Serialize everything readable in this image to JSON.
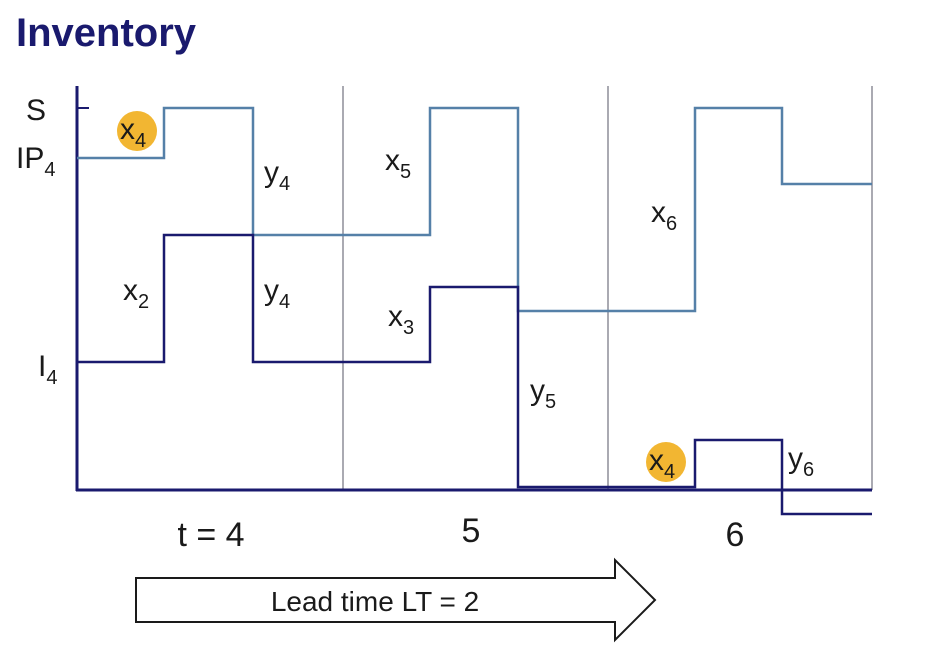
{
  "title": "Inventory",
  "colors": {
    "title": "#1a1a6e",
    "inventory_line": "#1a1a6e",
    "position_line": "#5580a8",
    "axis": "#1a1a6e",
    "divider": "#555566",
    "highlight": "#f2b632"
  },
  "y_labels": {
    "s": "S",
    "ip": {
      "base": "IP",
      "sub": "4"
    },
    "i": {
      "base": "I",
      "sub": "4"
    }
  },
  "period_labels": [
    "t = 4",
    "5",
    "6"
  ],
  "step_labels": [
    {
      "base": "x",
      "sub": "4",
      "highlighted": true
    },
    {
      "base": "y",
      "sub": "4",
      "highlighted": false
    },
    {
      "base": "x",
      "sub": "5",
      "highlighted": false
    },
    {
      "base": "x",
      "sub": "6",
      "highlighted": false
    },
    {
      "base": "x",
      "sub": "2",
      "highlighted": false
    },
    {
      "base": "y",
      "sub": "4",
      "highlighted": false
    },
    {
      "base": "x",
      "sub": "3",
      "highlighted": false
    },
    {
      "base": "y",
      "sub": "5",
      "highlighted": false
    },
    {
      "base": "x",
      "sub": "4",
      "highlighted": true
    },
    {
      "base": "y",
      "sub": "6",
      "highlighted": false
    }
  ],
  "arrow": {
    "label": "Lead time LT = 2"
  },
  "icons": {
    "arrow": "right-arrow-icon"
  }
}
